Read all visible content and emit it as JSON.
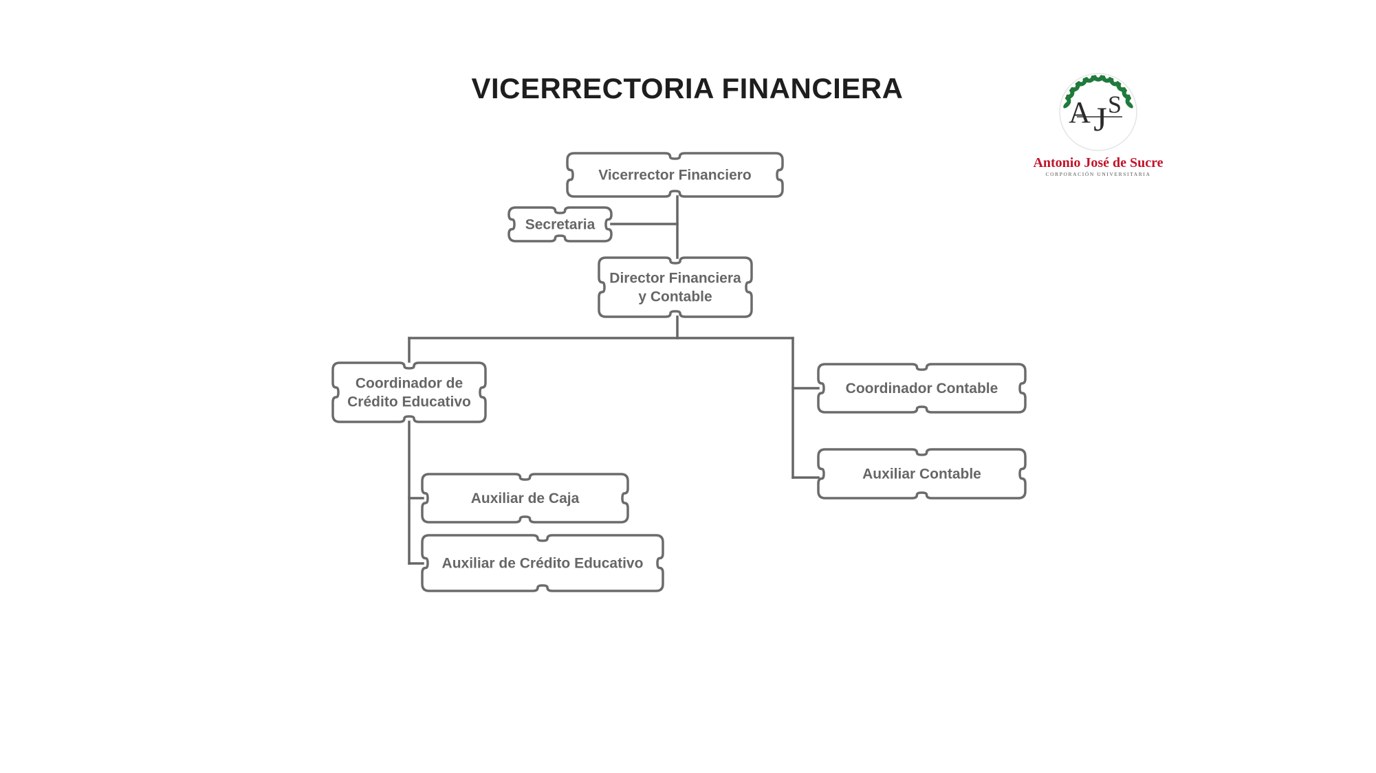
{
  "title": "VICERRECTORIA FINANCIERA",
  "logo": {
    "monogram_a": "A",
    "monogram_j": "J",
    "monogram_s": "S",
    "name": "Antonio José de Sucre",
    "subtitle": "CORPORACIÓN UNIVERSITARIA"
  },
  "nodes": {
    "vicerrector": {
      "lines": [
        "Vicerrector Financiero"
      ]
    },
    "secretaria": {
      "lines": [
        "Secretaria"
      ]
    },
    "director": {
      "lines": [
        "Director Financiera",
        "y Contable"
      ]
    },
    "coord_credito": {
      "lines": [
        "Coordinador de",
        "Crédito Educativo"
      ]
    },
    "coord_contable": {
      "lines": [
        "Coordinador Contable"
      ]
    },
    "aux_contable": {
      "lines": [
        "Auxiliar Contable"
      ]
    },
    "aux_caja": {
      "lines": [
        "Auxiliar de Caja"
      ]
    },
    "aux_credito": {
      "lines": [
        "Auxiliar de Crédito Educativo"
      ]
    }
  },
  "colors": {
    "box_stroke": "#6b6b6b",
    "connector": "#666666",
    "text": "#666666",
    "title": "#1e1e1e",
    "logo_red": "#c0142a",
    "logo_green": "#1f7a3c"
  }
}
